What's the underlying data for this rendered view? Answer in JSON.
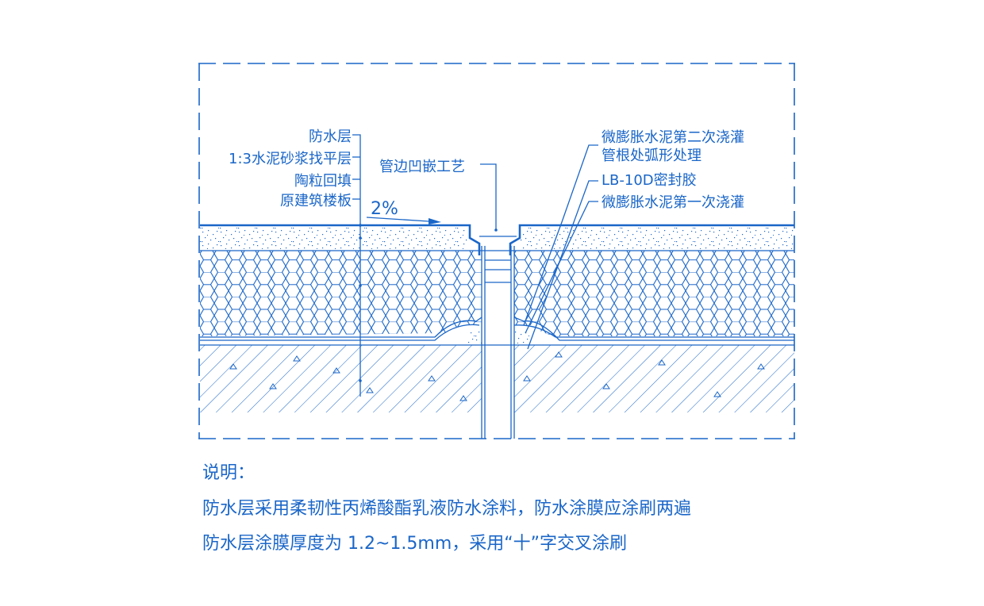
{
  "color": "#1a66c8",
  "labels_left": [
    "防水层",
    "1:3水泥砂浆找平层",
    "陶粒回填",
    "原建筑楼板"
  ],
  "slope": "2%",
  "label_recess": "管边凹嵌工艺",
  "labels_right": [
    "微膨胀水泥第二次浇灌",
    "管根处弧形处理",
    "LB-10D密封胶",
    "微膨胀水泥第一次浇灌"
  ],
  "notes": {
    "title": "说明：",
    "lines": [
      "防水层采用柔韧性丙烯酸酯乳液防水涂料，防水涂膜应涂刷两遍",
      "防水层涂膜厚度为 1.2~1.5mm，采用“十”字交叉涂刷"
    ]
  }
}
